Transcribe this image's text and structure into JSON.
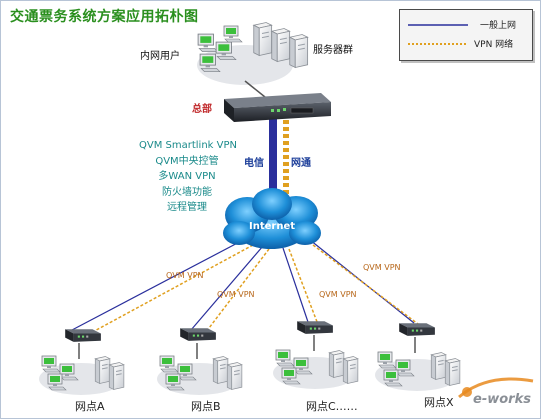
{
  "title": "交通票务系统方案应用拓朴图",
  "legend": {
    "general": "一般上网",
    "vpn": "VPN 网络",
    "colors": {
      "general": "#2a2f9c",
      "vpn": "#e0a020"
    }
  },
  "hq": {
    "intranet_users": "内网用户",
    "server_group": "服务器群",
    "hq_label": "总部",
    "isp1": "电信",
    "isp2": "网通",
    "features": [
      "QVM Smartlink VPN",
      "QVM中央控管",
      "多WAN VPN",
      "防火墙功能",
      "远程管理"
    ]
  },
  "internet": "Internet",
  "vpn_labels": [
    "QVM VPN",
    "QVM VPN",
    "QVM VPN",
    "QVM VPN"
  ],
  "branches": [
    "网点A",
    "网点B",
    "网点C……",
    "网点X"
  ],
  "watermark": "e-works",
  "colors": {
    "title": "#2a8f1e",
    "cloud": "#1e8fd8",
    "router": "#2b2f36"
  }
}
